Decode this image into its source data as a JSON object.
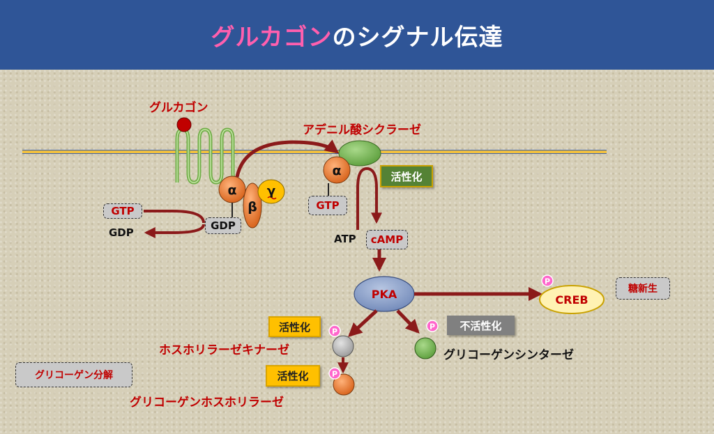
{
  "header": {
    "title_highlight": "グルカゴン",
    "title_rest": "のシグナル伝達"
  },
  "labels": {
    "glucagon": "グルカゴン",
    "adenylate_cyclase": "アデニル酸シクラーゼ",
    "alpha": "α",
    "beta": "β",
    "gamma": "γ",
    "gtp_left": "GTP",
    "gdp_left_box": "GDP",
    "gdp_left": "GDP",
    "gtp_right": "GTP",
    "activation_ac": "活性化",
    "atp": "ATP",
    "camp": "cAMP",
    "pka": "PKA",
    "creb": "CREB",
    "gluconeogenesis": "糖新生",
    "activation_pk": "活性化",
    "phosphorylase_kinase": "ホスホリラーゼキナーゼ",
    "inactivation": "不活性化",
    "glycogen_synthase": "グリコーゲンシンターゼ",
    "glycogenolysis": "グリコーゲン分解",
    "activation_gp": "活性化",
    "glycogen_phosphorylase": "グリコーゲンホスホリラーゼ",
    "phospho": "P"
  },
  "colors": {
    "header_bg": "#2f5597",
    "title_highlight": "#ff5fae",
    "label_red": "#c00000",
    "arrow": "#8b1a1a",
    "membrane": "#f0c040",
    "receptor": "#70ad47",
    "g_alpha": "#ed7d31",
    "g_gamma": "#ffc000",
    "pka": "#8fa3c8",
    "phospho": "#ff66cc"
  }
}
